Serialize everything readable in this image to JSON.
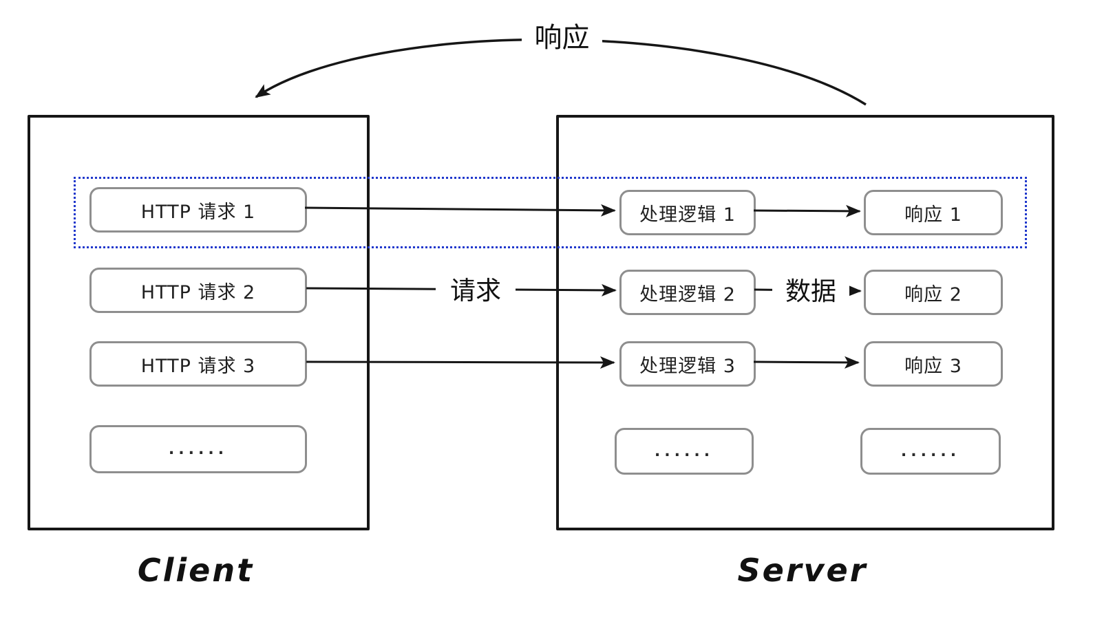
{
  "diagram": {
    "top_response_label": "响应",
    "request_label": "请求",
    "data_label": "数据",
    "client": {
      "title": "Client",
      "requests": [
        "HTTP 请求 1",
        "HTTP 请求 2",
        "HTTP 请求 3",
        "......"
      ]
    },
    "server": {
      "title": "Server",
      "logic": [
        "处理逻辑 1",
        "处理逻辑 2",
        "处理逻辑 3",
        "......"
      ],
      "responses": [
        "响应 1",
        "响应 2",
        "响应 3",
        "......"
      ]
    },
    "colors": {
      "highlight_border": "#2038cc",
      "node_border": "#8e8e8e",
      "ink": "#161616"
    }
  }
}
